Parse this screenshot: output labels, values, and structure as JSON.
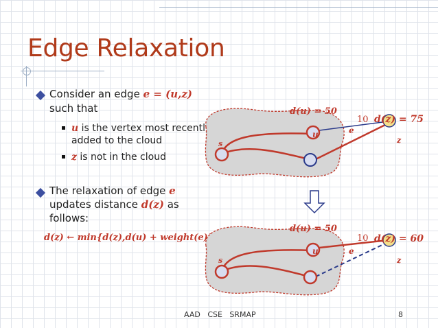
{
  "slide": {
    "title": "Edge Relaxation",
    "bullet1_prefix": "Consider an edge ",
    "bullet1_math": "e = (u,z)",
    "bullet1_suffix": "such that",
    "sub1_var": "u",
    "sub1_text1": " is the vertex most recently",
    "sub1_text2": "added to the cloud",
    "sub2_var": "z",
    "sub2_text": " is not in the cloud",
    "bullet2_line1_text": "The relaxation of edge ",
    "bullet2_line1_var": "e",
    "bullet2_line2_text": "updates distance ",
    "bullet2_line2_math": "d(z)",
    "bullet2_line2_tail": " as",
    "bullet2_line3": "follows:",
    "formula": "d(z) ← min{d(z),d(u) + weight(e)}"
  },
  "diagram_top": {
    "du_label": "d(u) = 50",
    "dz_label": "d(z) = 75",
    "weight": "10",
    "s": "s",
    "u": "u",
    "e": "e",
    "z": "z"
  },
  "diagram_bottom": {
    "du_label": "d(u) = 50",
    "dz_label": "d(z) = 60",
    "weight": "10",
    "s": "s",
    "u": "u",
    "e": "e",
    "z": "z"
  },
  "footer": {
    "center": "AAD   CSE   SRMAP",
    "page": "8"
  },
  "colors": {
    "title": "#b03a1a",
    "bullet": "#3c4fa0",
    "cloud": "#d6d6d6",
    "node_red": "#c0392b",
    "node_fill": "#d8ddf0",
    "z_fill": "#f4e08a",
    "edge_blue": "#2a3a8a"
  }
}
